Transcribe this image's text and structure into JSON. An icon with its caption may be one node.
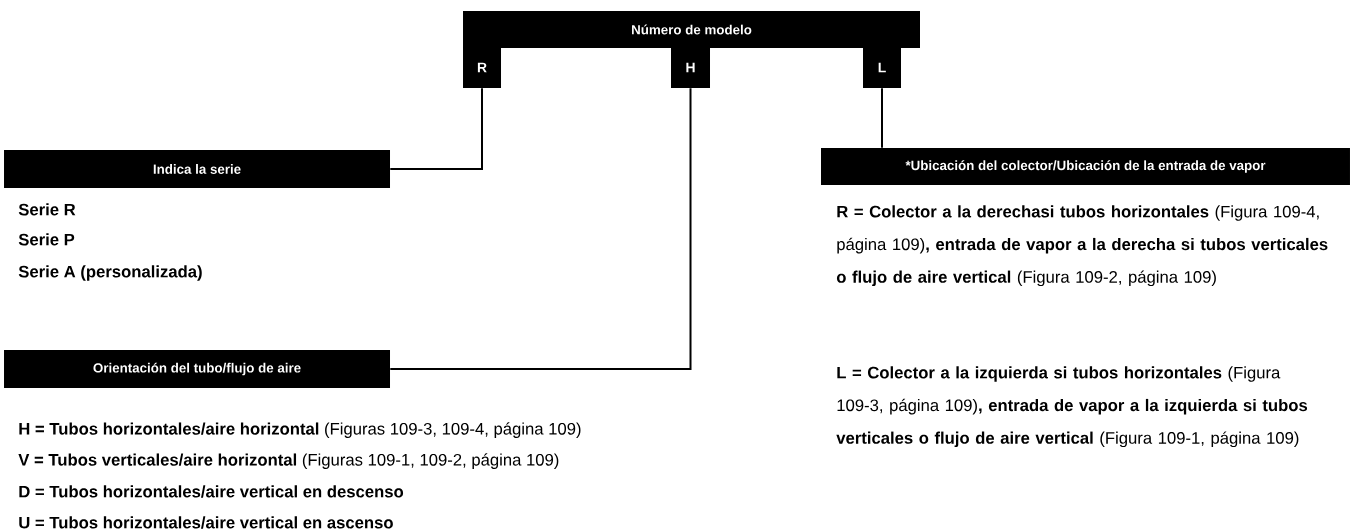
{
  "diagram": {
    "nodes": [
      {
        "text": [
          "Número de modelo"
        ]
      },
      {
        "text": [
          "R"
        ]
      },
      {
        "text": [
          "H"
        ]
      },
      {
        "text": [
          "L"
        ]
      },
      {
        "text": [
          "Indica la serie"
        ]
      },
      {
        "text": [
          "Orientación del tubo/flujo de aire"
        ]
      },
      {
        "text": [
          "*Ubicación del colector/Ubicación de la entrada de vapor"
        ]
      }
    ],
    "edges": [
      {
        "from": 1,
        "to": 4,
        "arrow": "none"
      },
      {
        "from": 2,
        "to": 5,
        "arrow": "none"
      },
      {
        "from": 3,
        "to": 6,
        "arrow": "none"
      }
    ],
    "labels": [
      "**Serie R**",
      "**Serie P**",
      "**Serie A (personalizada)**",
      "**H = Tubos horizontales/aire horizontal** (Figuras 109-3, 109-4, página 109)",
      "**V = Tubos verticales/aire horizontal** (Figuras 109-1, 109-2, página 109)",
      "**D = Tubos horizontales/aire vertical en descenso**",
      "**U = Tubos horizontales/aire vertical en ascenso**",
      "**R = Colector a la derechasi tubos horizontales** (Figura 109-4, página 109)**, entrada de vapor a la derecha si tubos verticales o flujo de aire vertical** (Figura 109-2, página 109)",
      "**L = Colector a la izquierda si tubos horizontales** (Figura 109-3, página 109)**, entrada de vapor a la izquierda si tubos verticales o flujo de aire vertical** (Figura 109-1, página 109)"
    ]
  }
}
